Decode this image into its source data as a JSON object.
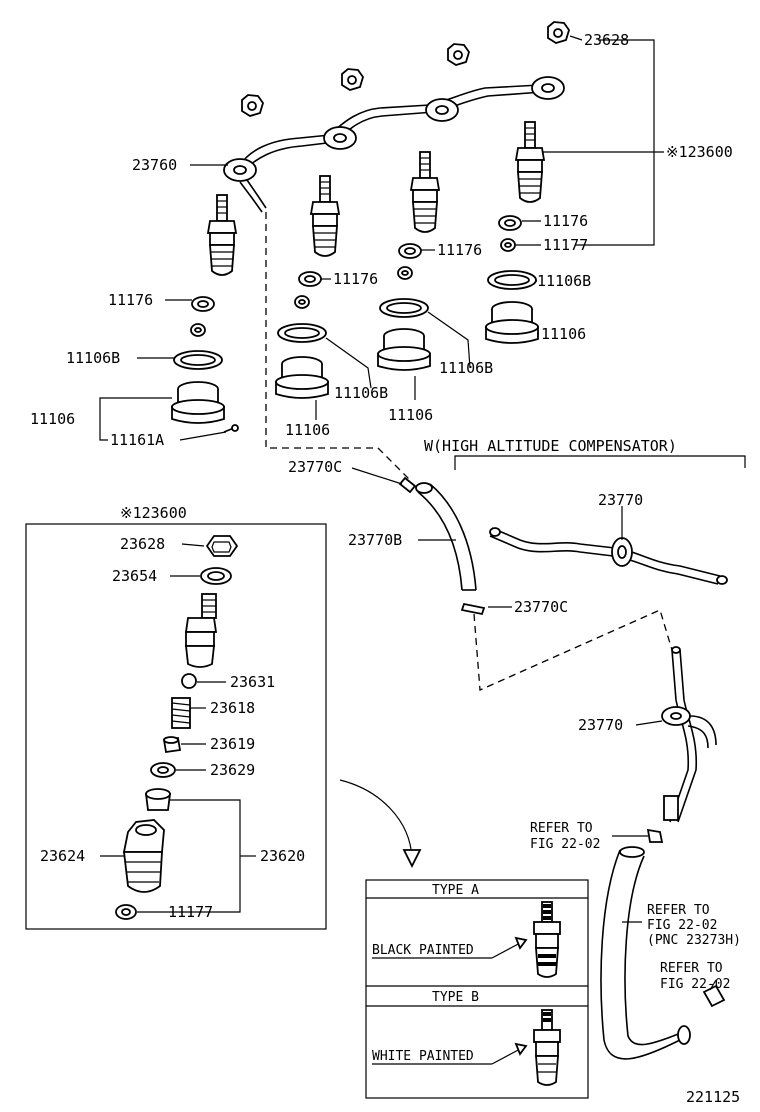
{
  "labels": {
    "p23628_top": "23628",
    "p123600_top": "※123600",
    "p23760": "23760",
    "p11176_a": "11176",
    "p11177_a": "11177",
    "p11176_b": "11176",
    "p11106b_a": "11106B",
    "p11176_c": "11176",
    "p11106_a": "11106",
    "p11176_d": "11176",
    "p11106b_b": "11106B",
    "p11106b_c": "11106B",
    "p11106b_d": "11106B",
    "p11106_b": "11106",
    "p11106_c": "11106",
    "p11161a": "11161A",
    "p11106_d": "11106",
    "p23770c_a": "23770C",
    "p23770b": "23770B",
    "p23770c_b": "23770C",
    "p23770_a": "23770",
    "p23770_b": "23770"
  },
  "compensator": {
    "title": "W(HIGH ALTITUDE COMPENSATOR)"
  },
  "detail_box": {
    "title": "※123600",
    "p23628": "23628",
    "p23654": "23654",
    "p23631": "23631",
    "p23618": "23618",
    "p23619": "23619",
    "p23629": "23629",
    "p23624": "23624",
    "p23620": "23620",
    "p11177": "11177"
  },
  "refs": {
    "refer1_line1": "REFER TO",
    "refer1_line2": "FIG 22-02",
    "refer2_line1": "REFER TO",
    "refer2_line2": "FIG 22-02",
    "refer2_line3": "(PNC 23273H)",
    "refer3_line1": "REFER TO",
    "refer3_line2": "FIG 22-02"
  },
  "type_table": {
    "type_a": "TYPE A",
    "type_a_note": "BLACK PAINTED",
    "type_b": "TYPE B",
    "type_b_note": "WHITE PAINTED"
  },
  "figure_number": "221125"
}
